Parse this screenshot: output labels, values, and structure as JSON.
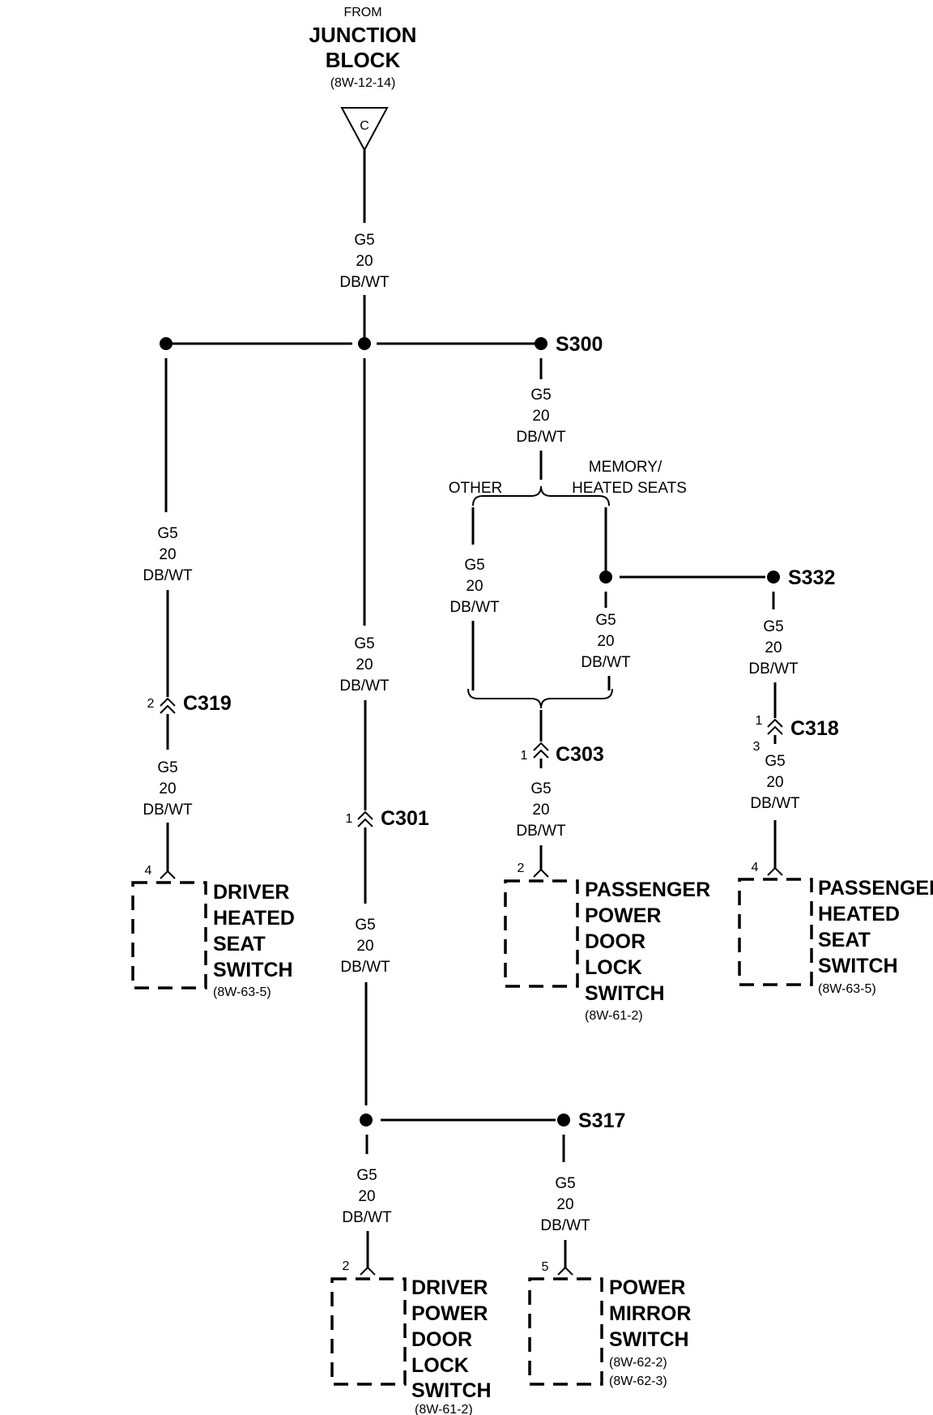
{
  "source": {
    "from_label": "FROM",
    "name_line1": "JUNCTION",
    "name_line2": "BLOCK",
    "ref": "(8W-12-14)",
    "connector_letter": "C"
  },
  "wire": {
    "circuit": "G5",
    "gauge": "20",
    "color": "DB/WT"
  },
  "splices": {
    "s300": "S300",
    "s332": "S332",
    "s317": "S317"
  },
  "branch": {
    "other": "OTHER",
    "memory_line1": "MEMORY/",
    "memory_line2": "HEATED SEATS"
  },
  "connectors": {
    "c319": {
      "name": "C319",
      "pin": "2"
    },
    "c301": {
      "name": "C301",
      "pin": "1"
    },
    "c303": {
      "name": "C303",
      "pin": "1"
    },
    "c318": {
      "name": "C318",
      "pin_top": "1",
      "pin_bottom": "3"
    }
  },
  "components": {
    "driver_heated_seat": {
      "lines": [
        "DRIVER",
        "HEATED",
        "SEAT",
        "SWITCH"
      ],
      "ref": "(8W-63-5)",
      "pin": "4"
    },
    "passenger_door_lock": {
      "lines": [
        "PASSENGER",
        "POWER",
        "DOOR",
        "LOCK",
        "SWITCH"
      ],
      "ref": "(8W-61-2)",
      "pin": "2"
    },
    "passenger_heated_seat": {
      "lines": [
        "PASSENGER",
        "HEATED",
        "SEAT",
        "SWITCH"
      ],
      "ref": "(8W-63-5)",
      "pin": "4"
    },
    "driver_door_lock": {
      "lines": [
        "DRIVER",
        "POWER",
        "DOOR",
        "LOCK",
        "SWITCH"
      ],
      "ref": "(8W-61-2)",
      "pin": "2"
    },
    "power_mirror": {
      "lines": [
        "POWER",
        "MIRROR",
        "SWITCH"
      ],
      "ref1": "(8W-62-2)",
      "ref2": "(8W-62-3)",
      "pin": "5"
    }
  }
}
